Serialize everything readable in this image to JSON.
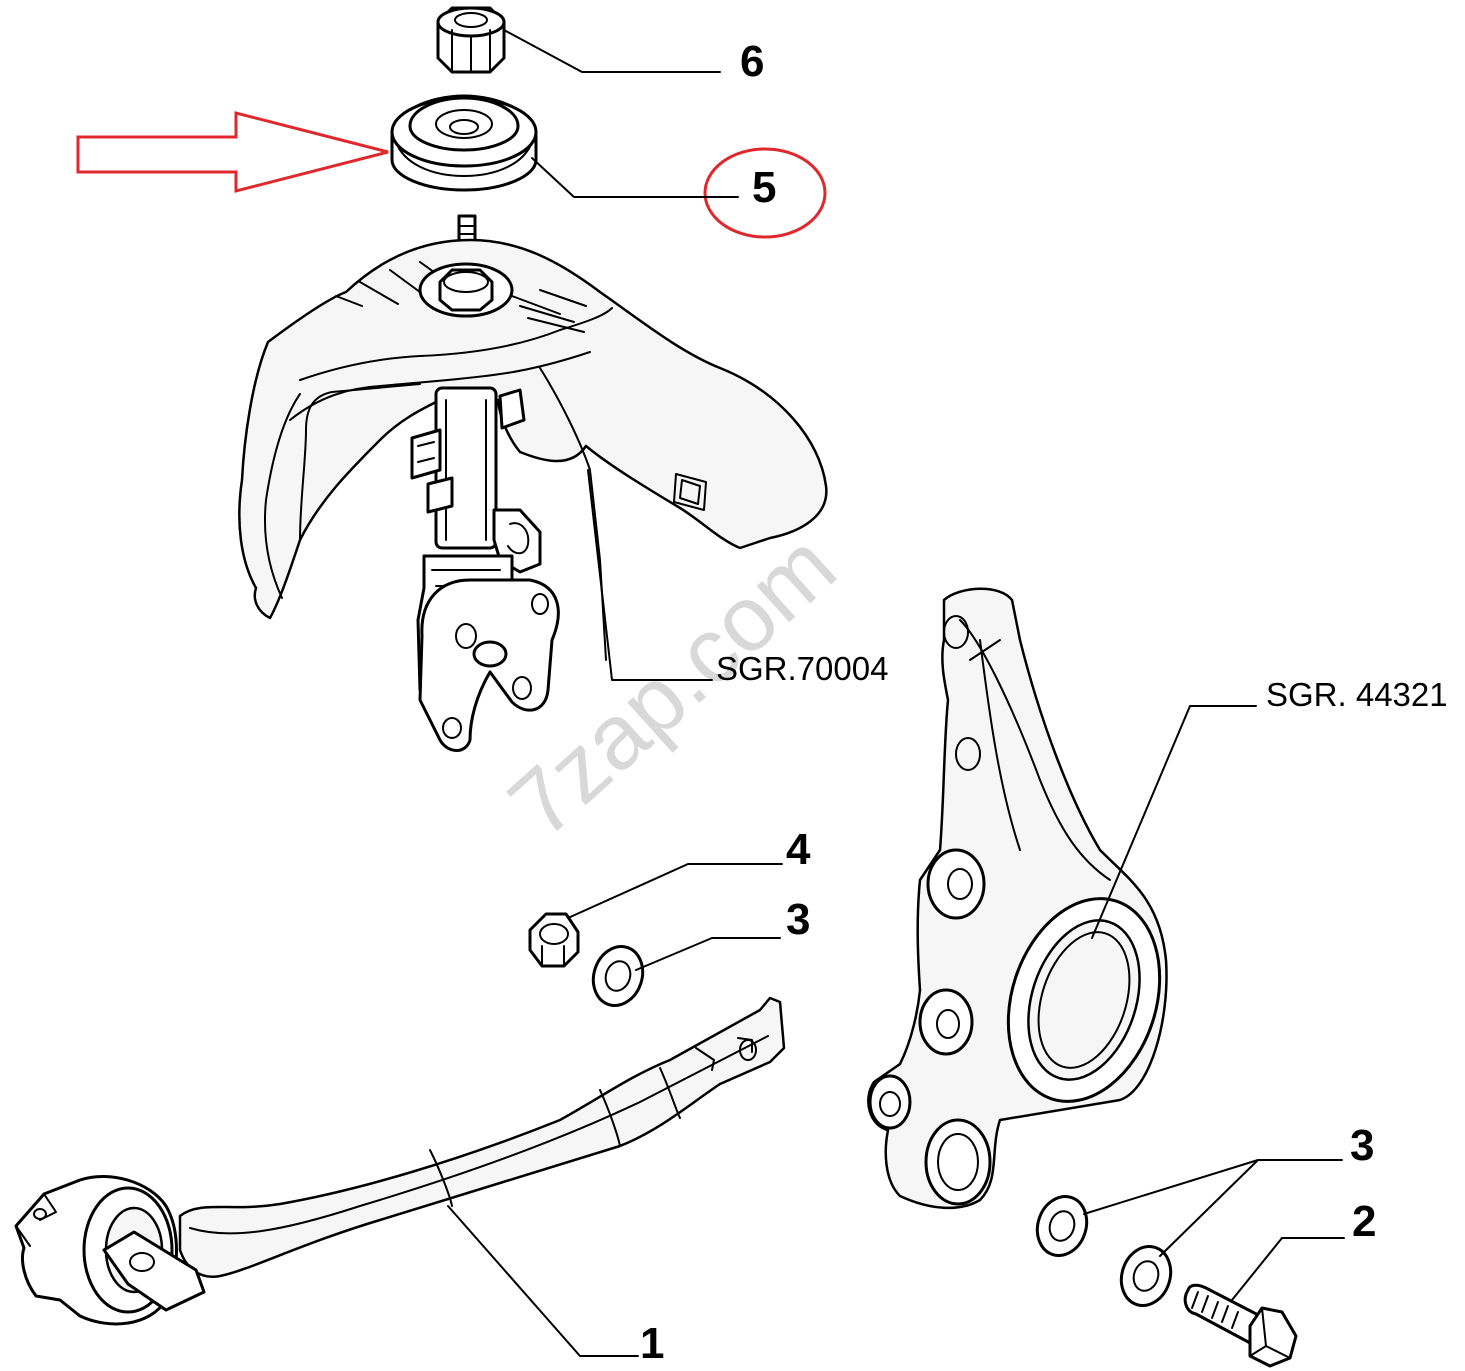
{
  "callouts": {
    "c1": "1",
    "c2": "2",
    "c3a": "3",
    "c3b": "3",
    "c4": "4",
    "c5": "5",
    "c6": "6"
  },
  "references": {
    "strut": "SGR.70004",
    "knuckle": "SGR. 44321"
  },
  "watermark": "7zap.com",
  "highlight": {
    "part": "5",
    "color": "#e0282c"
  },
  "parts": [
    {
      "number": "1",
      "icon": "control-arm-icon"
    },
    {
      "number": "2",
      "icon": "bolt-icon"
    },
    {
      "number": "3",
      "icon": "washer-icon"
    },
    {
      "number": "4",
      "icon": "nut-icon"
    },
    {
      "number": "5",
      "icon": "strut-mount-bushing-icon"
    },
    {
      "number": "6",
      "icon": "self-locking-nut-icon"
    }
  ]
}
